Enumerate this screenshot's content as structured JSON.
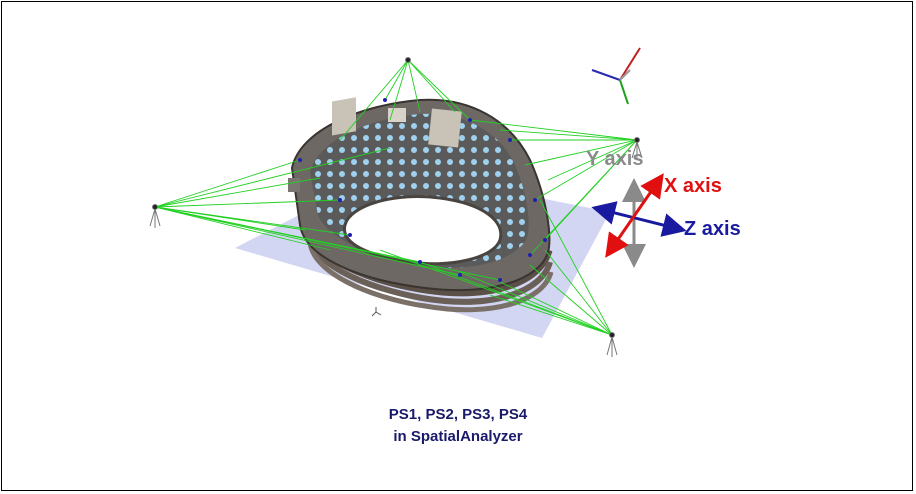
{
  "axes": {
    "y_label": "Y axis",
    "x_label": "X axis",
    "z_label": "Z axis",
    "colors": {
      "y": "#8a8a8a",
      "x": "#e01010",
      "z": "#1a1aa0"
    }
  },
  "caption": {
    "line1": "PS1, PS2, PS3, PS4",
    "line2": "in SpatialAnalyzer"
  }
}
